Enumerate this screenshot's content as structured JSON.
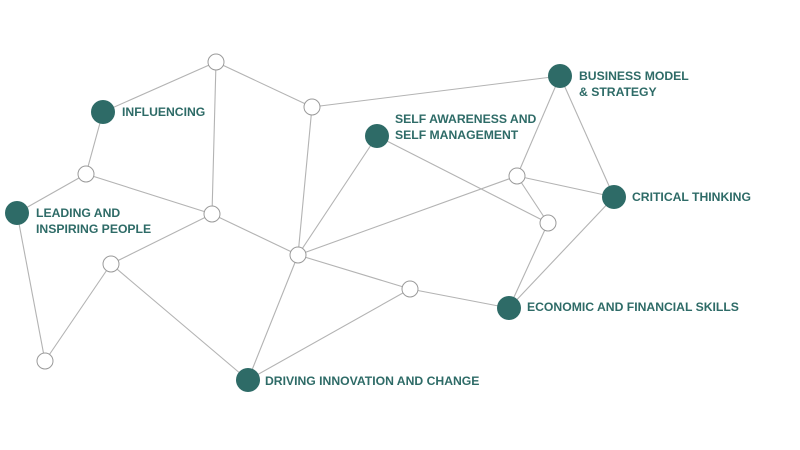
{
  "colors": {
    "accent": "#2e6b67",
    "edge": "#b3b3b3",
    "small_node_fill": "#ffffff",
    "small_node_stroke": "#9a9a9a"
  },
  "skills": [
    {
      "id": "influencing",
      "lines": [
        "INFLUENCING"
      ]
    },
    {
      "id": "leading",
      "lines": [
        "LEADING AND",
        "INSPIRING PEOPLE"
      ]
    },
    {
      "id": "self-awareness",
      "lines": [
        "SELF AWARENESS AND",
        "SELF MANAGEMENT"
      ]
    },
    {
      "id": "business-model",
      "lines": [
        "BUSINESS MODEL",
        "& STRATEGY"
      ]
    },
    {
      "id": "critical-thinking",
      "lines": [
        "CRITICAL THINKING"
      ]
    },
    {
      "id": "economic",
      "lines": [
        "ECONOMIC AND FINANCIAL SKILLS"
      ]
    },
    {
      "id": "driving-innovation",
      "lines": [
        "DRIVING INNOVATION AND CHANGE"
      ]
    }
  ]
}
